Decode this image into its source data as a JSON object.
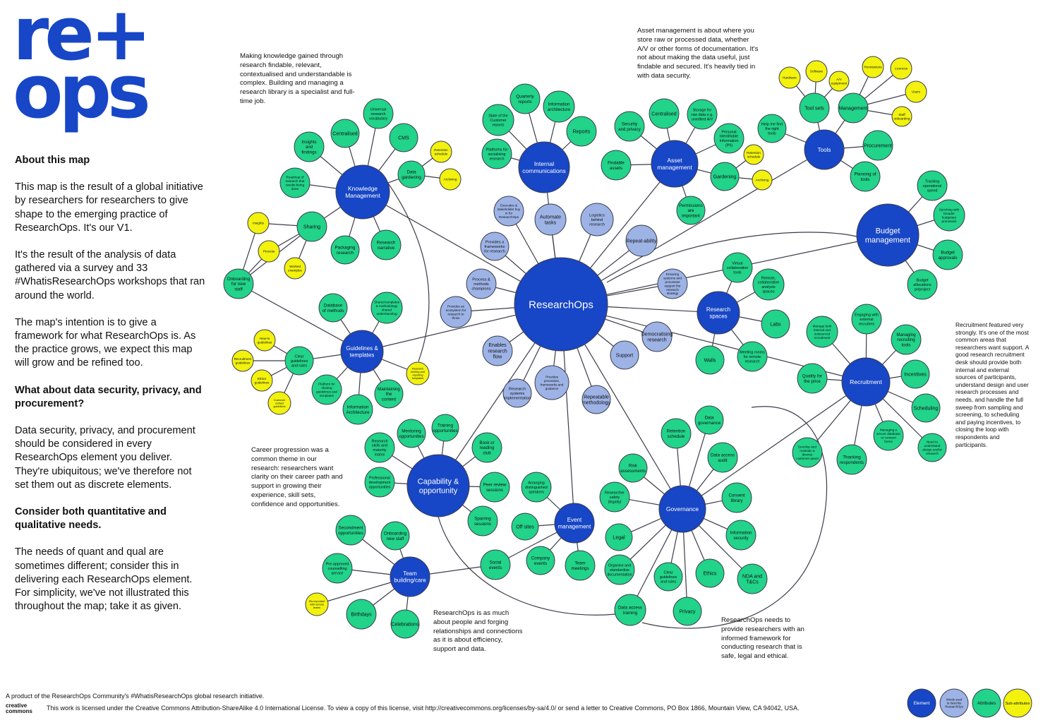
{
  "logo": {
    "line1": "re+",
    "line2": "ops"
  },
  "about": {
    "heading": "About this map",
    "p1": "This map is the result of a global initiative by researchers for researchers to give shape to the emerging practice of ResearchOps. It's our V1.",
    "p2": "It's the result of the analysis of data gathered via a survey and 33 #WhatisResearchOps workshops that ran around the world.",
    "p3": "The map's intention is to give a framework for what ResearchOps is. As the practice grows, we expect this map will grow and be refined too.",
    "heading2": "What about data security, privacy, and procurement?",
    "p4": "Data security, privacy, and procurement should be considered in every ResearchOps element you deliver. They're ubiquitous; we've therefore not set them out as discrete elements.",
    "heading3": "Consider both quantitative and qualitative needs.",
    "p5": "The needs of quant and qual are sometimes different; consider this in delivering each ResearchOps element. For simplicity, we've not illustrated this throughout the map; take it as given."
  },
  "notes": {
    "knowledge": "Making knowledge gained through research findable, relevant, contextualised and understandable is complex. Building and managing a research library is a specialist and full-time job.",
    "asset": "Asset management is about where you store raw or processed data, whether A/V or other forms of documentation. It's not about making the data useful, just findable and secured. It's heavily tied in with data security.",
    "recruitment": "Recruitment featured very strongly. It's one of the most common areas that researchers want support. A good research recruitment desk should provide both internal and external sources of participants, understand design and user research processes and needs, and handle the full sweep from sampling and screening, to scheduling and paying incentives, to closing the loop with respondents and participants.",
    "career": "Career progression was a common theme in our research: researchers want clarity on their career path and support in growing their experience, skill sets, confidence and opportunities.",
    "people": "ResearchOps is as much about people and forging relationships and connections as it is about efficiency, support and data.",
    "governance": "ResearchOps needs to provide researchers with an informed framework for conducting research that is safe, legal and ethical."
  },
  "footer": {
    "product": "A product of the ResearchOps Community's #WhatisResearchOps global research initiative.",
    "cc_logo": "creative commons",
    "license": "This work is licensed under the Creative Commons Attribution-ShareAlike 4.0 International License. To view a copy of this license, visit http://creativecommons.org/licenses/by-sa/4.0/ or send a letter to Creative Commons, PO Box 1866, Mountain View, CA 94042, USA."
  },
  "colors": {
    "element": "#1746c6",
    "words": "#9db3e6",
    "attribute": "#22d38a",
    "subattribute": "#f2f20e",
    "line": "#3c3c4a",
    "logo": "#1746c6"
  },
  "legend": [
    {
      "label": "Element",
      "type": "element"
    },
    {
      "label": "Words used to describe ResearchOps",
      "type": "words"
    },
    {
      "label": "Attributes",
      "type": "attribute"
    },
    {
      "label": "Sub-attributes",
      "type": "subattribute"
    }
  ],
  "nodes": [
    {
      "id": "center",
      "label": "ResearchOps",
      "type": "center"
    },
    {
      "id": "km",
      "label": "Knowledge Management",
      "type": "element"
    },
    {
      "id": "ic",
      "label": "Internal communications",
      "type": "element"
    },
    {
      "id": "am",
      "label": "Asset management",
      "type": "element"
    },
    {
      "id": "tools",
      "label": "Tools",
      "type": "element"
    },
    {
      "id": "budget",
      "label": "Budget management",
      "type": "element"
    },
    {
      "id": "rs",
      "label": "Research spaces",
      "type": "element"
    },
    {
      "id": "rec",
      "label": "Recruitment",
      "type": "element"
    },
    {
      "id": "gov",
      "label": "Governance",
      "type": "element"
    },
    {
      "id": "em",
      "label": "Event management",
      "type": "element"
    },
    {
      "id": "cap",
      "label": "Capability & opportunity",
      "type": "element"
    },
    {
      "id": "tb",
      "label": "Team building/care",
      "type": "element"
    },
    {
      "id": "gt",
      "label": "Guidelines & templates",
      "type": "element"
    },
    {
      "id": "w1",
      "label": "Executive & stakeholder buy in for ResearchOps",
      "type": "words"
    },
    {
      "id": "w2",
      "label": "Automate tasks",
      "type": "words"
    },
    {
      "id": "w3",
      "label": "Logistics behind research",
      "type": "words"
    },
    {
      "id": "w4",
      "label": "Repeat-ability",
      "type": "words"
    },
    {
      "id": "w5",
      "label": "Provides a frameworks for research",
      "type": "words"
    },
    {
      "id": "w6",
      "label": "Process & methods champions",
      "type": "words"
    },
    {
      "id": "w7",
      "label": "Provides an ecosystem for research to thrive",
      "type": "words"
    },
    {
      "id": "w8",
      "label": "Enables research flow",
      "type": "words"
    },
    {
      "id": "w9",
      "label": "Provides processes, frameworks and guidance",
      "type": "words"
    },
    {
      "id": "w10",
      "label": "Research systems implementation",
      "type": "words"
    },
    {
      "id": "w11",
      "label": "Repeatable methodology",
      "type": "words"
    },
    {
      "id": "w12",
      "label": "Support",
      "type": "words"
    },
    {
      "id": "w13",
      "label": "Democratising research",
      "type": "words"
    },
    {
      "id": "w14",
      "label": "Ensuring systems and processes support the research strategy",
      "type": "words"
    },
    {
      "id": "a1",
      "label": "Insights and findings",
      "type": "attribute"
    },
    {
      "id": "a2",
      "label": "Centralised",
      "type": "attribute"
    },
    {
      "id": "a3",
      "label": "Universal research vocabulary",
      "type": "attribute"
    },
    {
      "id": "a4",
      "label": "CMS",
      "type": "attribute"
    },
    {
      "id": "a5",
      "label": "Data gardening",
      "type": "attribute"
    },
    {
      "id": "a6",
      "label": "Roadmap of research that results being done",
      "type": "attribute"
    },
    {
      "id": "a7",
      "label": "Sharing",
      "type": "attribute"
    },
    {
      "id": "a8",
      "label": "Packaging research",
      "type": "attribute"
    },
    {
      "id": "a9",
      "label": "Research narrative",
      "type": "attribute"
    },
    {
      "id": "a10",
      "label": "Onboarding for new staff",
      "type": "attribute"
    },
    {
      "id": "a11",
      "label": "State of the Customer reports",
      "type": "attribute"
    },
    {
      "id": "a12",
      "label": "Quarterly reports",
      "type": "attribute"
    },
    {
      "id": "a13",
      "label": "Information architecture",
      "type": "attribute"
    },
    {
      "id": "a14",
      "label": "Reports",
      "type": "attribute"
    },
    {
      "id": "a15",
      "label": "Platforms for socialising research",
      "type": "attribute"
    },
    {
      "id": "a16",
      "label": "Security and privacy",
      "type": "attribute"
    },
    {
      "id": "a17",
      "label": "Centralised",
      "type": "attribute"
    },
    {
      "id": "a18",
      "label": "Storage for raw data e.g. unedited A/V",
      "type": "attribute"
    },
    {
      "id": "a19",
      "label": "Personal Identifiable Information (PII)",
      "type": "attribute"
    },
    {
      "id": "a20",
      "label": "Findable assets",
      "type": "attribute"
    },
    {
      "id": "a21",
      "label": "Gardening",
      "type": "attribute"
    },
    {
      "id": "a22",
      "label": "Permissions are important",
      "type": "attribute"
    },
    {
      "id": "a23",
      "label": "Tool sets",
      "type": "attribute"
    },
    {
      "id": "a24",
      "label": "Management",
      "type": "attribute"
    },
    {
      "id": "a25",
      "label": "Help me find the right tools",
      "type": "attribute"
    },
    {
      "id": "a26",
      "label": "Procurement",
      "type": "attribute"
    },
    {
      "id": "a27",
      "label": "Planning of tools",
      "type": "attribute"
    },
    {
      "id": "a28",
      "label": "Tracking operational spend",
      "type": "attribute"
    },
    {
      "id": "a29",
      "label": "Synching with broader budgetary processes",
      "type": "attribute"
    },
    {
      "id": "a30",
      "label": "Budget approvals",
      "type": "attribute"
    },
    {
      "id": "a31",
      "label": "Budget allocations pr/project",
      "type": "attribute"
    },
    {
      "id": "a32",
      "label": "Virtual collaboration tools",
      "type": "attribute"
    },
    {
      "id": "a33",
      "label": "Remote, collaborative analysis spaces",
      "type": "attribute"
    },
    {
      "id": "a34",
      "label": "Labs",
      "type": "attribute"
    },
    {
      "id": "a35",
      "label": "Walls",
      "type": "attribute"
    },
    {
      "id": "a36",
      "label": "Meeting rooms for remote research",
      "type": "attribute"
    },
    {
      "id": "a37",
      "label": "Manage both internal and outsourced recruitment",
      "type": "attribute"
    },
    {
      "id": "a38",
      "label": "Engaging with external recruiters",
      "type": "attribute"
    },
    {
      "id": "a39",
      "label": "Managing recruiting tools",
      "type": "attribute"
    },
    {
      "id": "a40",
      "label": "Incentives",
      "type": "attribute"
    },
    {
      "id": "a41",
      "label": "Scheduling",
      "type": "attribute"
    },
    {
      "id": "a42",
      "label": "Need to understand design and/or research",
      "type": "attribute"
    },
    {
      "id": "a43",
      "label": "Managing a secure database or consent forms",
      "type": "attribute"
    },
    {
      "id": "a44",
      "label": "Thanking respondents",
      "type": "attribute"
    },
    {
      "id": "a45",
      "label": "Quality for the price",
      "type": "attribute"
    },
    {
      "id": "a46",
      "label": "Develop and maintain a diverse customer panel",
      "type": "attribute"
    },
    {
      "id": "a47",
      "label": "Data governance",
      "type": "attribute"
    },
    {
      "id": "a48",
      "label": "Retention schedule",
      "type": "attribute"
    },
    {
      "id": "a49",
      "label": "Data access audit",
      "type": "attribute"
    },
    {
      "id": "a50",
      "label": "Risk assessments",
      "type": "attribute"
    },
    {
      "id": "a51",
      "label": "Consent library",
      "type": "attribute"
    },
    {
      "id": "a52",
      "label": "Researcher safety (legally)",
      "type": "attribute"
    },
    {
      "id": "a53",
      "label": "Information security",
      "type": "attribute"
    },
    {
      "id": "a54",
      "label": "Legal",
      "type": "attribute"
    },
    {
      "id": "a55",
      "label": "NDA and T&Cs",
      "type": "attribute"
    },
    {
      "id": "a56",
      "label": "Organise and standardise documentation",
      "type": "attribute"
    },
    {
      "id": "a57",
      "label": "Ethics",
      "type": "attribute"
    },
    {
      "id": "a58",
      "label": "Clear guidelines and rules",
      "type": "attribute"
    },
    {
      "id": "a59",
      "label": "Privacy",
      "type": "attribute"
    },
    {
      "id": "a60",
      "label": "Data access training",
      "type": "attribute"
    },
    {
      "id": "a61",
      "label": "Arranging distinguished speakers",
      "type": "attribute"
    },
    {
      "id": "a62",
      "label": "Off sites",
      "type": "attribute"
    },
    {
      "id": "a63",
      "label": "Company events",
      "type": "attribute"
    },
    {
      "id": "a64",
      "label": "Team meetings",
      "type": "attribute"
    },
    {
      "id": "a65",
      "label": "Social events",
      "type": "attribute"
    },
    {
      "id": "a66",
      "label": "Research skills and maturity matrix",
      "type": "attribute"
    },
    {
      "id": "a67",
      "label": "Mentoring opportunities",
      "type": "attribute"
    },
    {
      "id": "a68",
      "label": "Training opportunities",
      "type": "attribute"
    },
    {
      "id": "a69",
      "label": "Book or reading club",
      "type": "attribute"
    },
    {
      "id": "a70",
      "label": "Professional development opportunities",
      "type": "attribute"
    },
    {
      "id": "a71",
      "label": "Peer review sessions",
      "type": "attribute"
    },
    {
      "id": "a72",
      "label": "Sparring sessions",
      "type": "attribute"
    },
    {
      "id": "a73",
      "label": "Secondment opportunities",
      "type": "attribute"
    },
    {
      "id": "a74",
      "label": "Onboarding new staff",
      "type": "attribute"
    },
    {
      "id": "a75",
      "label": "Pre-approved counselling service",
      "type": "attribute"
    },
    {
      "id": "a76",
      "label": "Birthdays",
      "type": "attribute"
    },
    {
      "id": "a77",
      "label": "Celebrations",
      "type": "attribute"
    },
    {
      "id": "a78",
      "label": "Database of methods",
      "type": "attribute"
    },
    {
      "id": "a79",
      "label": "Shared templates & methodology shared understanding",
      "type": "attribute"
    },
    {
      "id": "a80",
      "label": "Clear guidelines and rules",
      "type": "attribute"
    },
    {
      "id": "a81",
      "label": "Platform for sharing guidelines and templates",
      "type": "attribute"
    },
    {
      "id": "a82",
      "label": "Maintaining the content",
      "type": "attribute"
    },
    {
      "id": "a83",
      "label": "Information Architecture",
      "type": "attribute"
    },
    {
      "id": "s1",
      "label": "Retention schedule",
      "type": "subattribute"
    },
    {
      "id": "s2",
      "label": "Archiving",
      "type": "subattribute"
    },
    {
      "id": "s3",
      "label": "Insights",
      "type": "subattribute"
    },
    {
      "id": "s4",
      "label": "Process",
      "type": "subattribute"
    },
    {
      "id": "s5",
      "label": "Worked examples",
      "type": "subattribute"
    },
    {
      "id": "s6",
      "label": "Retention schedule",
      "type": "subattribute"
    },
    {
      "id": "s7",
      "label": "Archiving",
      "type": "subattribute"
    },
    {
      "id": "s8",
      "label": "Hardware",
      "type": "subattribute"
    },
    {
      "id": "s9",
      "label": "Software",
      "type": "subattribute"
    },
    {
      "id": "s10",
      "label": "A/V equiptment",
      "type": "subattribute"
    },
    {
      "id": "s11",
      "label": "Permissions",
      "type": "subattribute"
    },
    {
      "id": "s12",
      "label": "Licences",
      "type": "subattribute"
    },
    {
      "id": "s13",
      "label": "Users",
      "type": "subattribute"
    },
    {
      "id": "s14",
      "label": "Staff onboarding",
      "type": "subattribute"
    },
    {
      "id": "s15",
      "label": "How-to guidelines",
      "type": "subattribute"
    },
    {
      "id": "s16",
      "label": "Recruitment guidelines",
      "type": "subattribute"
    },
    {
      "id": "s17",
      "label": "Ethics guidelines",
      "type": "subattribute"
    },
    {
      "id": "s18",
      "label": "Customer contact guidelines",
      "type": "subattribute"
    },
    {
      "id": "s19",
      "label": "Research briefing and reporting templates",
      "type": "subattribute"
    },
    {
      "id": "s20",
      "label": "Ets important with remote teams",
      "type": "subattribute"
    }
  ]
}
